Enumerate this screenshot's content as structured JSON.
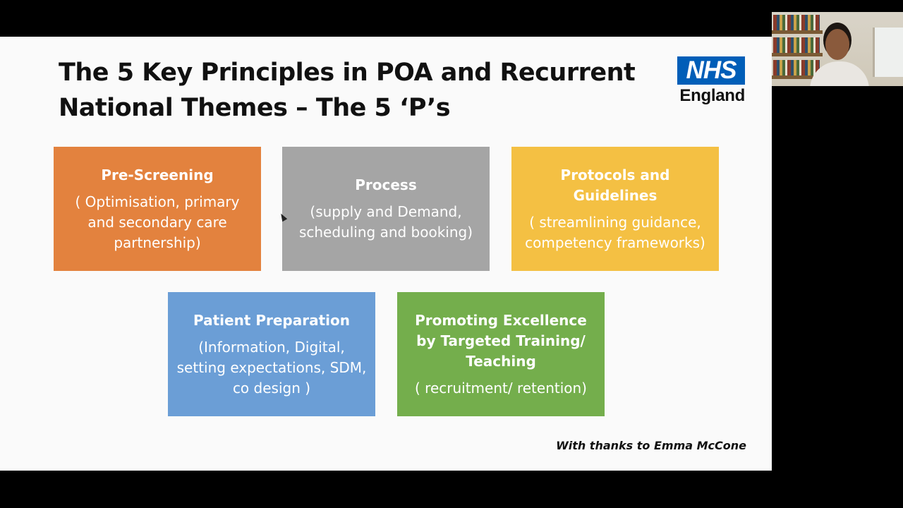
{
  "slide": {
    "title": "The 5 Key Principles in POA and Recurrent National Themes – The 5 ‘P’s",
    "logo": {
      "badge_text": "NHS",
      "region_text": "England",
      "badge_color": "#005eb8"
    },
    "principles": [
      {
        "heading": "Pre-Screening",
        "detail": "( Optimisation, primary and secondary care partnership)",
        "color": "#e3823e"
      },
      {
        "heading": "Process",
        "detail": "(supply and Demand, scheduling and booking)",
        "color": "#a5a5a5"
      },
      {
        "heading": "Protocols and Guidelines",
        "detail": "( streamlining guidance, competency frameworks)",
        "color": "#f4c043"
      },
      {
        "heading": "Patient Preparation",
        "detail": "(Information, Digital, setting expectations, SDM, co design )",
        "color": "#6b9ed6"
      },
      {
        "heading": "Promoting Excellence by Targeted Training/ Teaching",
        "detail": "( recruitment/ retention)",
        "color": "#74ae4c"
      }
    ],
    "credit": "With thanks to Emma McCone"
  },
  "icons": {
    "cursor": "mouse-pointer-icon"
  }
}
